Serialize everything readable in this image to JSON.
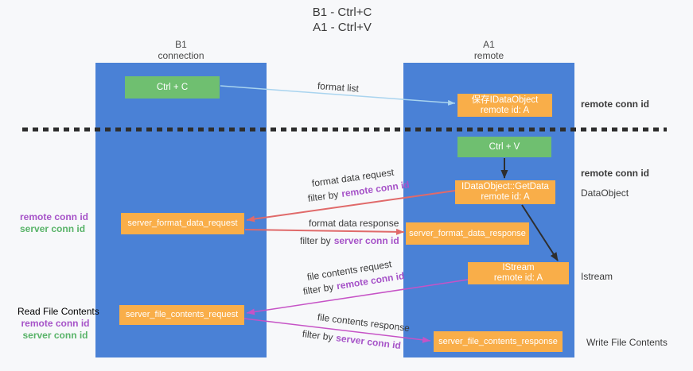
{
  "title": {
    "line1": "B1 - Ctrl+C",
    "line2": "A1 - Ctrl+V"
  },
  "lanes": {
    "left": {
      "title": "B1",
      "subtitle": "connection"
    },
    "right": {
      "title": "A1",
      "subtitle": "remote"
    }
  },
  "boxes": {
    "ctrl_c": "Ctrl + C",
    "save_dataobject": {
      "line1": "保存IDataObject",
      "line2": "remote id: A"
    },
    "ctrl_v": "Ctrl + V",
    "getdata": {
      "line1": "IDataObject::GetData",
      "line2": "remote id: A"
    },
    "format_request": "server_format_data_request",
    "format_response": "server_format_data_response",
    "istream": {
      "line1": "IStream",
      "line2": "remote id: A"
    },
    "file_request": "server_file_contents_request",
    "file_response": "server_file_contents_response"
  },
  "messages": {
    "format_list": "format list",
    "format_data_request": "format data request",
    "format_data_response": "format data response",
    "file_contents_request": "file contents request",
    "file_contents_response": "file contents response",
    "filter_prefix": "filter by",
    "remote_conn_id": "remote conn id",
    "server_conn_id": "server conn id"
  },
  "annotations": {
    "left_remote_conn_id": "remote conn id",
    "left_server_conn_id": "server conn id",
    "read_file_contents": "Read File Contents",
    "read_remote_conn_id": "remote conn id",
    "read_server_conn_id": "server conn id",
    "right_remote_conn_id_top": "remote conn id",
    "right_remote_conn_id_mid": "remote conn id",
    "dataobject": "DataObject",
    "istream": "Istream",
    "write_file_contents": "Write File Contents"
  },
  "colors": {
    "lane_blue": "#4a81d6",
    "box_orange": "#f9ae49",
    "box_green": "#6fbf70",
    "arrow_red": "#e06a6a",
    "arrow_magenta": "#c653c6",
    "arrow_lightblue": "#a9d4ef",
    "arrow_black": "#2e2e2e",
    "text_purple": "#a653c8",
    "text_green": "#58b368"
  }
}
